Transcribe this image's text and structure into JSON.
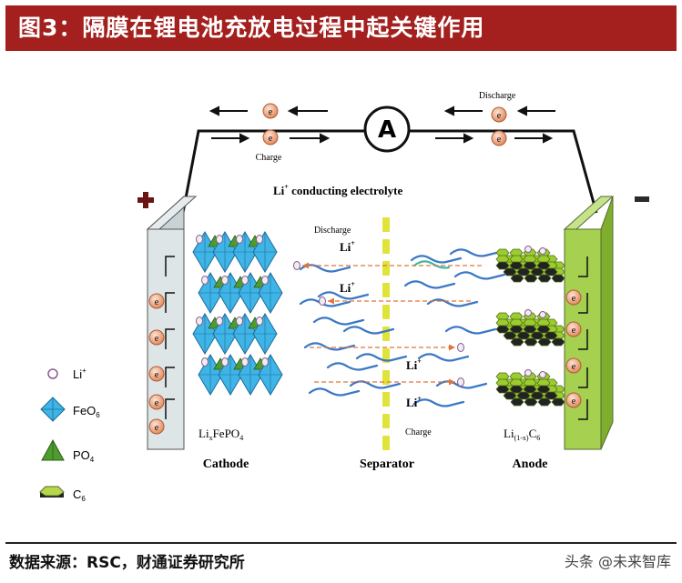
{
  "title": "图3：隔膜在锂电池充放电过程中起关键作用",
  "diagram": {
    "ammeter": "A",
    "electron": "e",
    "discharge_top": "Discharge",
    "charge_top": "Charge",
    "electrolyte": "conducting electrolyte",
    "li": "Li",
    "plus_sign": "+",
    "discharge_mid": "Discharge",
    "charge_mid": "Charge",
    "cathode_formula": "Li",
    "cathode_formula_sub": "x",
    "cathode_formula_rest": "FePO",
    "cathode_formula_sub2": "4",
    "anode_formula": "Li",
    "anode_formula_sub": "(1-x)",
    "anode_formula_rest": "C",
    "anode_formula_sub2": "6",
    "cathode_label": "Cathode",
    "separator_label": "Separator",
    "anode_label": "Anode",
    "legend": [
      {
        "label": "Li",
        "sup": "+"
      },
      {
        "label": "FeO",
        "sub": "6"
      },
      {
        "label": "PO",
        "sub": "4"
      },
      {
        "label": "C",
        "sub": "6"
      }
    ]
  },
  "colors": {
    "title_bg": "#a3201e",
    "cathode_octahedron": "#3fb4e6",
    "po4_tetrahedron": "#4e9c2e",
    "anode_hexagon": "#9ccc2e",
    "anode_collector": "#9ac94a",
    "separator": "#e0e33a",
    "electrolyte_strand": "#3a77c6",
    "electron": "#e8a27c",
    "li_ion": "#c8a0cf"
  },
  "source": "数据来源：RSC，财通证券研究所",
  "watermark": "头条 @未来智库"
}
